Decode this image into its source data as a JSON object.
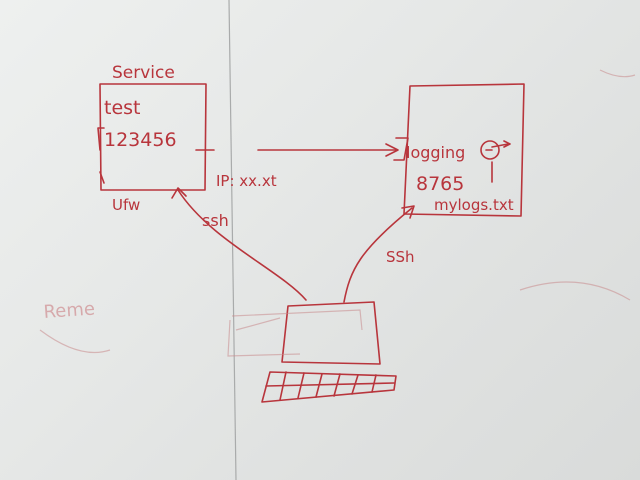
{
  "service_box": {
    "title": "Service",
    "line1": "test",
    "line2": "123456",
    "firewall_label": "Ufw"
  },
  "ip_label": "IP: xx.xt",
  "logging_box": {
    "line1": "logging",
    "line2": "8765",
    "line3": "mylogs.txt"
  },
  "ssh_left": "ssh",
  "ssh_right": "SSh",
  "smudge_text": "Reme",
  "colors": {
    "marker": "#b8353c",
    "board": "#e6e8e7"
  }
}
